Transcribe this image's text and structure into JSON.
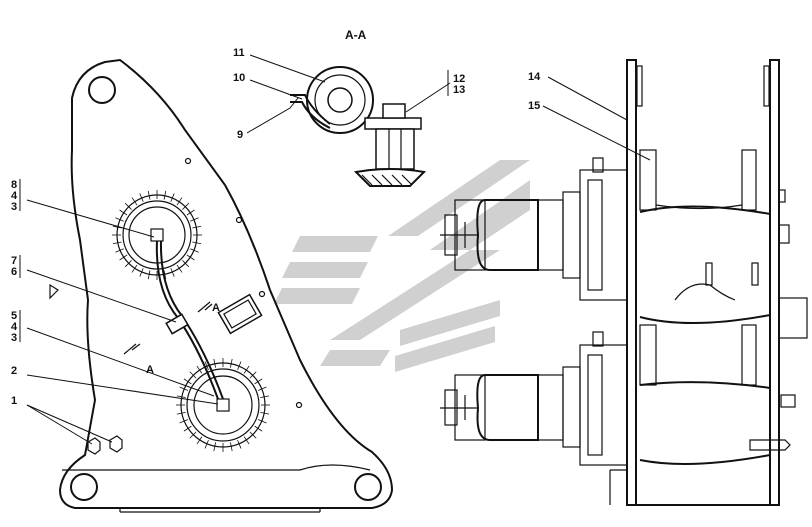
{
  "section_title": "A-A",
  "section_marks": [
    "A",
    "A"
  ],
  "callouts": {
    "c1": "1",
    "c2": "2",
    "c543": [
      "5",
      "4",
      "3"
    ],
    "c76": [
      "7",
      "6"
    ],
    "c843": [
      "8",
      "4",
      "3"
    ],
    "c9": "9",
    "c10": "10",
    "c11": "11",
    "c1213": [
      "12",
      "13"
    ],
    "c14": "14",
    "c15": "15"
  },
  "colors": {
    "line": "#111111",
    "watermark": "#c8c8c8"
  }
}
